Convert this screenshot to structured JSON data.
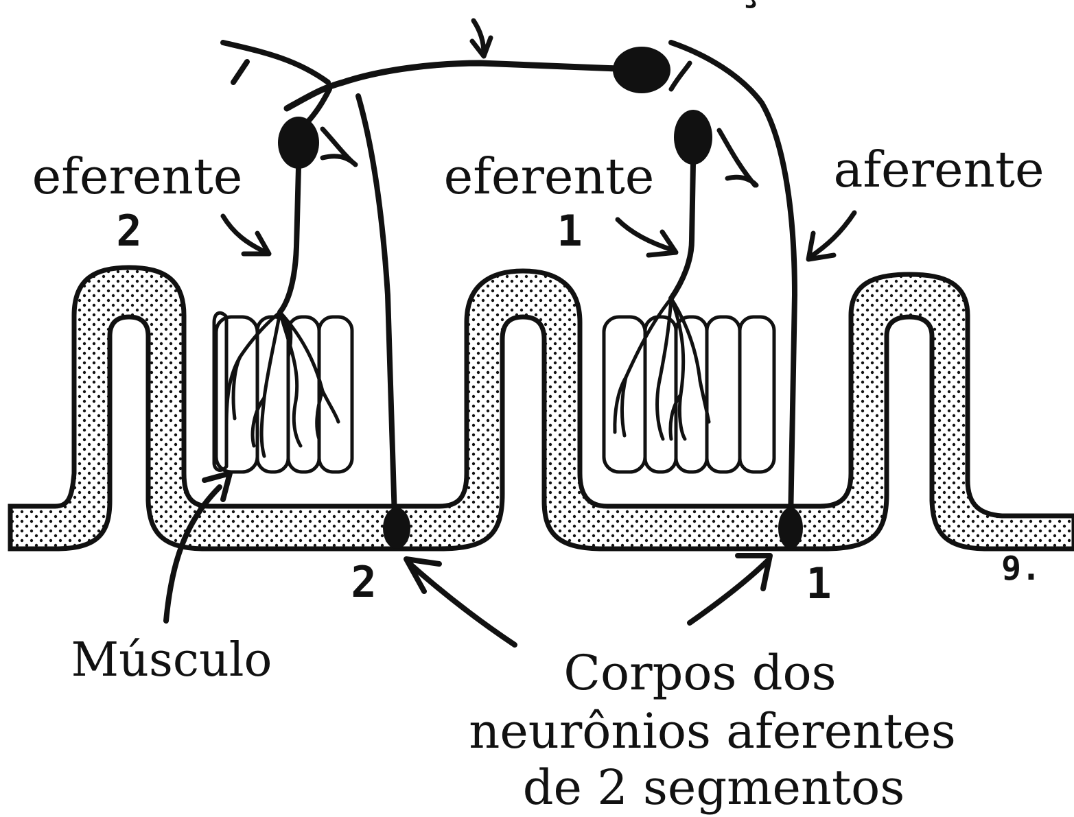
{
  "diagram": {
    "title_partial": "neurônio de associação",
    "labels": {
      "efferent_2": "eferente",
      "efferent_2_number": "2",
      "efferent_1": "eferente",
      "efferent_1_number": "1",
      "afferent": "aferente",
      "muscle": "Músculo",
      "cell_bodies_line1": "Corpos dos",
      "cell_bodies_line2": "neurônios aferentes",
      "cell_bodies_line3": "de 2 segmentos",
      "segment_2": "2",
      "segment_1": "1",
      "figure_mark": "9."
    },
    "colors": {
      "ink": "#111111",
      "paper": "#ffffff"
    }
  }
}
